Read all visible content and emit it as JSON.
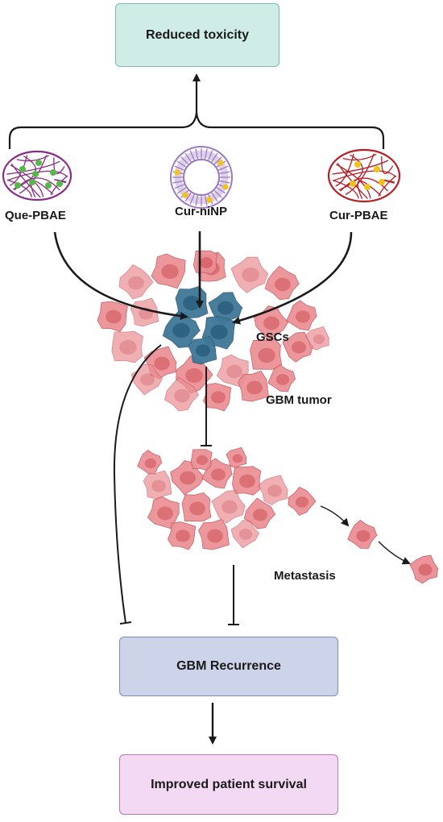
{
  "boxes": {
    "top": "Reduced toxicity",
    "recurrence": "GBM Recurrence",
    "survival": "Improved patient survival"
  },
  "nanoparticles": {
    "que": "Que-PBAE",
    "cur_ninp": "Cur-niNP",
    "cur_pbae": "Cur-PBAE"
  },
  "labels": {
    "gscs": "GSCs",
    "tumor": "GBM tumor",
    "metastasis": "Metastasis"
  },
  "colors": {
    "top_fill": "#cfece6",
    "top_border": "#7fb8ad",
    "recurrence_fill": "#cdd3e8",
    "recurrence_border": "#7f8bb3",
    "survival_fill": "#f3d9f3",
    "survival_border": "#b27cb2",
    "cell_fill": "#ea8f94",
    "cell_core": "#d9656c",
    "gsc_fill": "#3f7797",
    "que_color": "#8a2a86",
    "que_dot": "#56b848",
    "ninp_color": "#9a78c2",
    "ninp_dot": "#f3c21a",
    "pbae_color": "#b81d24",
    "pbae_dot": "#f3c21a",
    "line": "#1a1a1a"
  }
}
